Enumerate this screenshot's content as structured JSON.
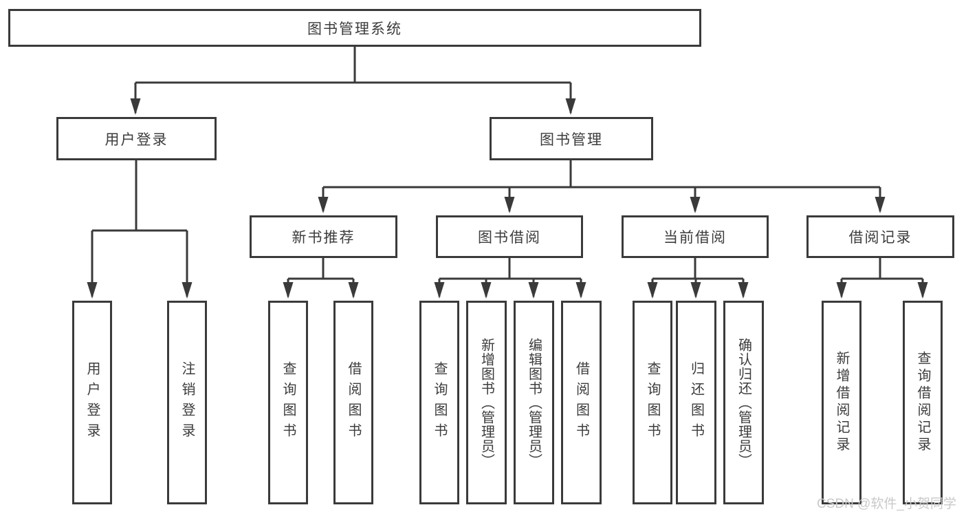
{
  "diagram": {
    "title": "图书管理系统",
    "root": {
      "label": "图书管理系统"
    },
    "branches": [
      {
        "label": "用户登录",
        "children": [
          {
            "label": "用户登录"
          },
          {
            "label": "注销登录"
          }
        ]
      },
      {
        "label": "图书管理",
        "children": [
          {
            "label": "新书推荐",
            "children": [
              {
                "label": "查询图书"
              },
              {
                "label": "借阅图书"
              }
            ]
          },
          {
            "label": "图书借阅",
            "children": [
              {
                "label": "查询图书"
              },
              {
                "label": "新增图书（管理员）"
              },
              {
                "label": "编辑图书（管理员）"
              },
              {
                "label": "借阅图书"
              }
            ]
          },
          {
            "label": "当前借阅",
            "children": [
              {
                "label": "查询图书"
              },
              {
                "label": "归还图书"
              },
              {
                "label": "确认归还（管理员）"
              }
            ]
          },
          {
            "label": "借阅记录",
            "children": [
              {
                "label": "新增借阅记录"
              },
              {
                "label": "查询借阅记录"
              }
            ]
          }
        ]
      }
    ],
    "colors": {
      "line": "#3a3a3a",
      "box_border": "#3a3a3a",
      "text": "#3c3c3c",
      "background": "#ffffff",
      "watermark": "#c9c9c9"
    }
  },
  "watermark": {
    "text": "CSDN @软件_小贺同学"
  }
}
